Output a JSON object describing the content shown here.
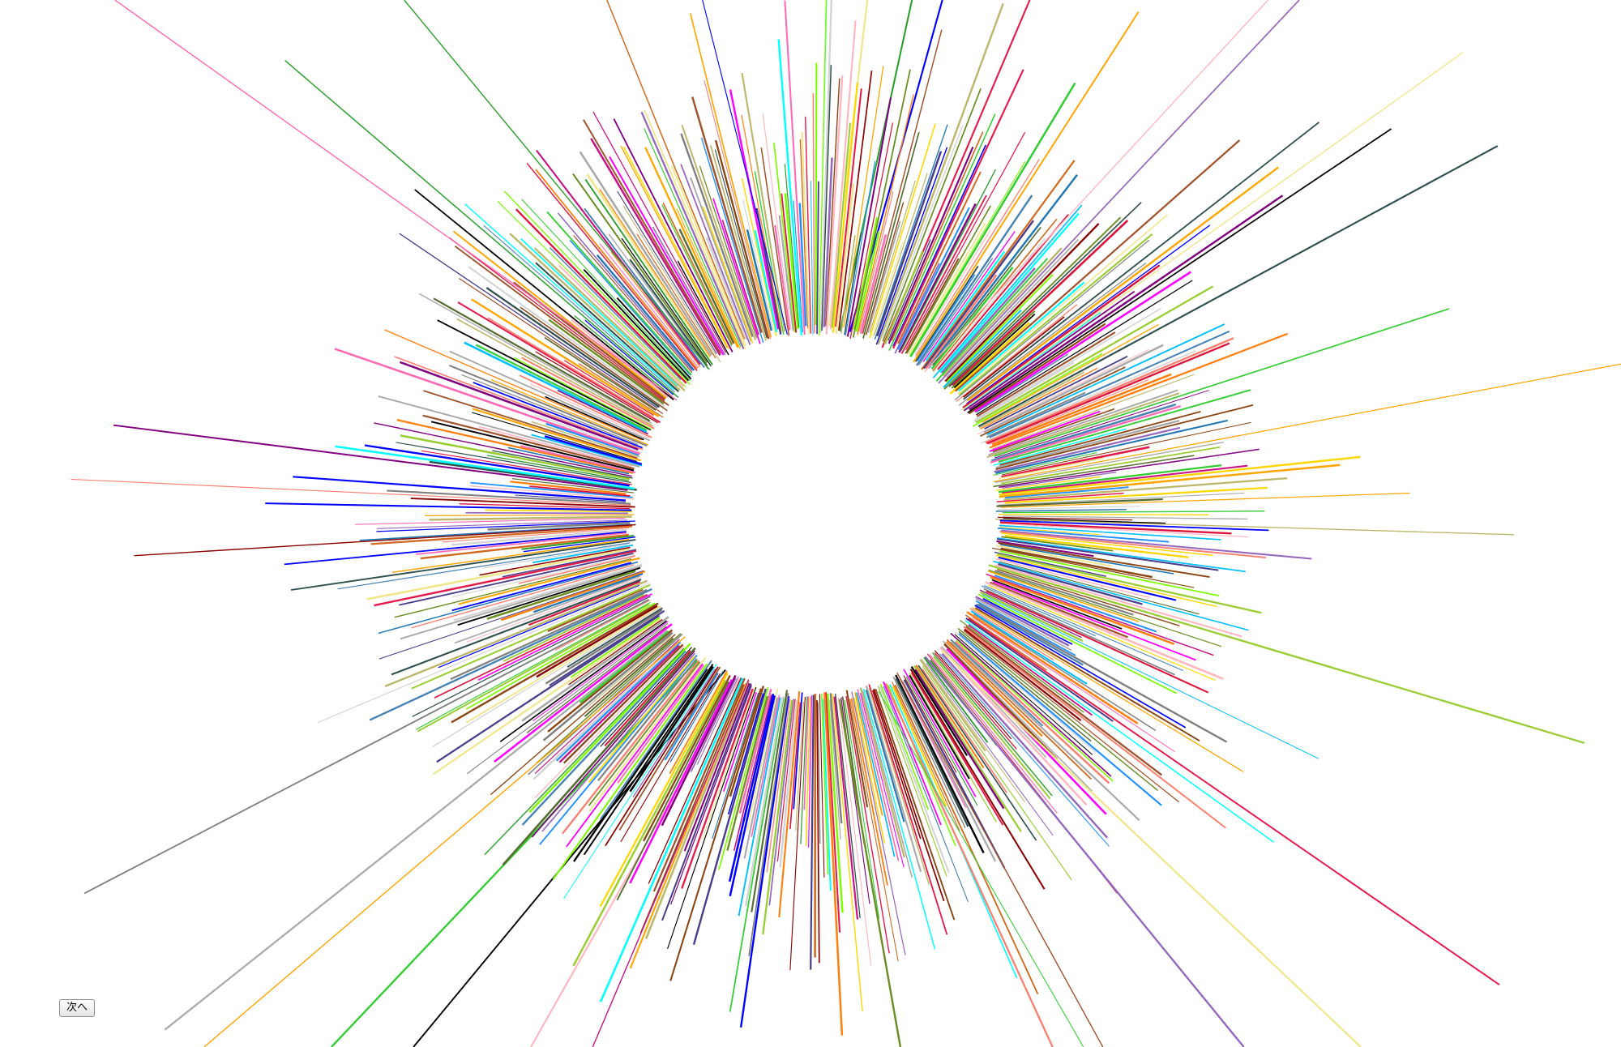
{
  "controls": {
    "next_label": "次へ"
  },
  "visual": {
    "type": "radial-line-burst",
    "background": "#ffffff",
    "center_hole": "white circle",
    "palette": [
      "#e6194b",
      "#ff7f0e",
      "#ffa500",
      "#d2691e",
      "#8b4513",
      "#a0522d",
      "#2ca02c",
      "#7cfc00",
      "#6b8e23",
      "#556b2f",
      "#9acd32",
      "#32cd32",
      "#1f77b4",
      "#0000ff",
      "#00bfff",
      "#00ffff",
      "#4682b4",
      "#1e90ff",
      "#9467bd",
      "#ff00ff",
      "#ff69b4",
      "#ffb6c1",
      "#c71585",
      "#800080",
      "#ffd700",
      "#f0e68c",
      "#bdb76b",
      "#808080",
      "#a9a9a9",
      "#d3d3d3",
      "#8b0000",
      "#dc143c",
      "#fa8072",
      "#000000",
      "#2f4f4f",
      "#483d8b"
    ]
  }
}
